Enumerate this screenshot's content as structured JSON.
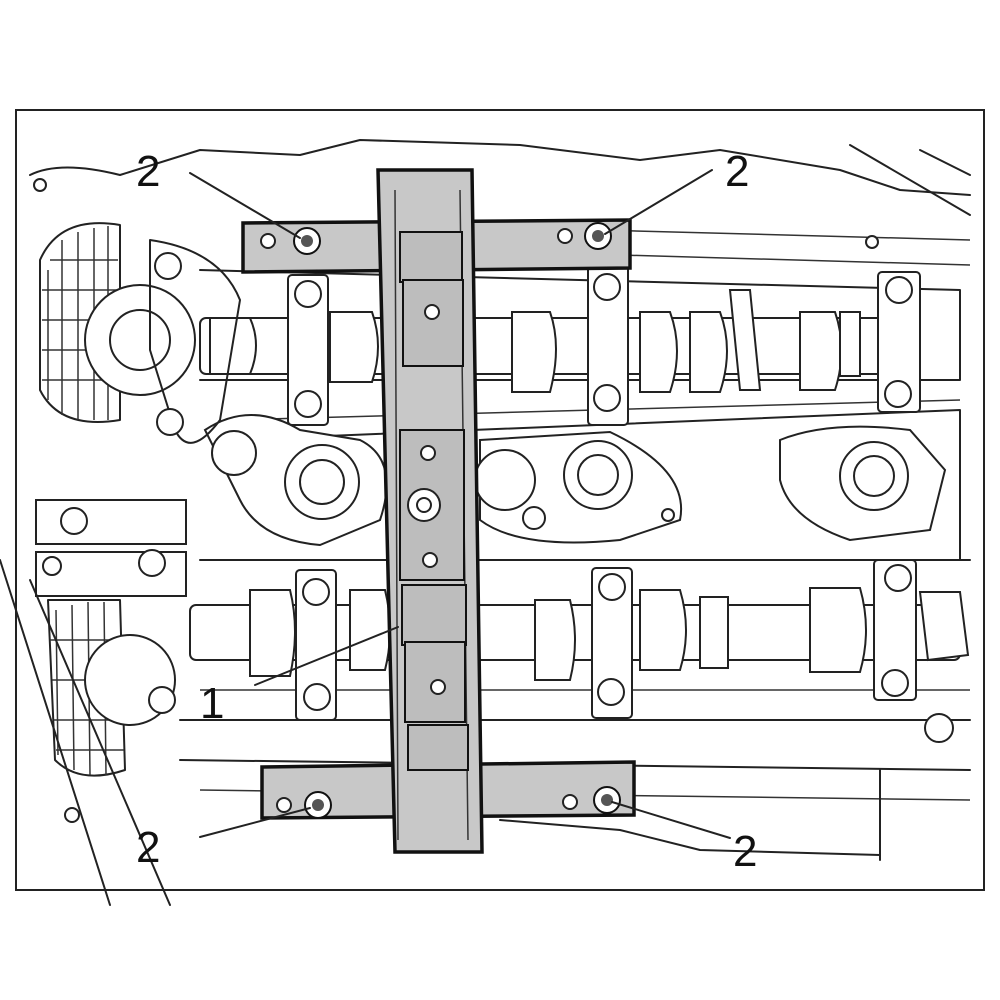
{
  "colors": {
    "tool_fill": "#c8c8c8",
    "outline": "#111111",
    "background": "#ffffff"
  },
  "labels": {
    "tool": "1",
    "bolt_top_left": "2",
    "bolt_top_right": "2",
    "bolt_bottom_left": "2",
    "bolt_bottom_right": "2"
  }
}
